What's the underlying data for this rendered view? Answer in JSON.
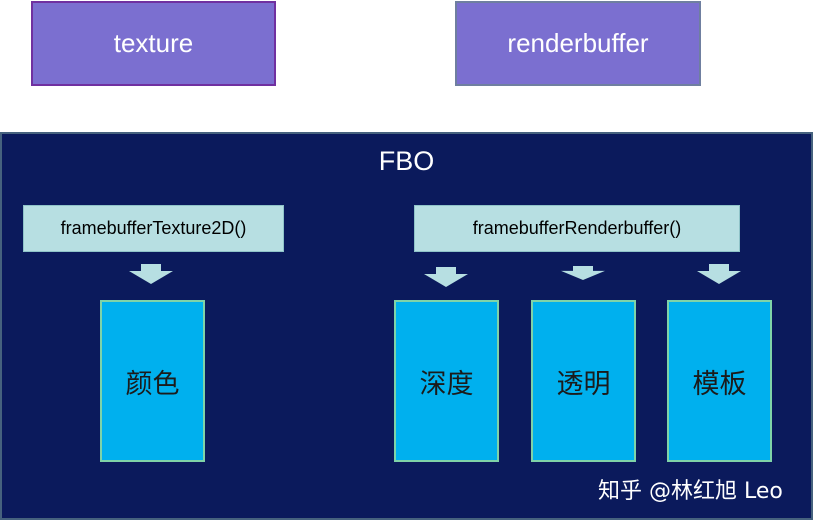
{
  "top": {
    "texture_label": "texture",
    "renderbuffer_label": "renderbuffer"
  },
  "fbo": {
    "title": "FBO",
    "texture_func": "framebufferTexture2D()",
    "renderbuffer_func": "framebufferRenderbuffer()",
    "attachments": {
      "color": "颜色",
      "depth": "深度",
      "alpha": "透明",
      "stencil": "模板"
    }
  },
  "watermark": "知乎 @林红旭 Leo",
  "colors": {
    "top_box_fill": "#7b6fd0",
    "fbo_background": "#0b1a5c",
    "func_box_fill": "#b7dfe2",
    "attachment_fill": "#00b0ee",
    "arrow_fill": "#b7dfe2"
  },
  "icons": {
    "arrow": "down-arrow-icon"
  }
}
